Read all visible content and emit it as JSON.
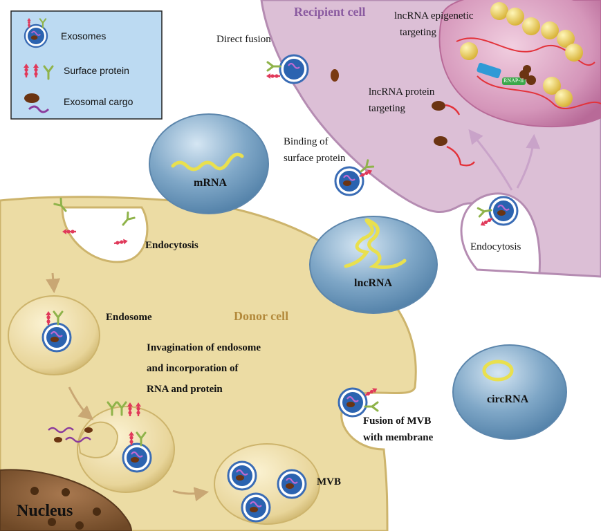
{
  "legend": {
    "exosomes": "Exosomes",
    "surface_protein": "Surface protein",
    "exosomal_cargo": "Exosomal cargo"
  },
  "cells": {
    "recipient": "Recipient cell",
    "donor": "Donor cell",
    "nucleus": "Nucleus"
  },
  "rna_types": {
    "mrna": "mRNA",
    "lncrna": "lncRNA",
    "circrna": "circRNA"
  },
  "labels": {
    "direct_fusion": "Direct fusion",
    "epigenetic_line1": "lncRNA epigenetic",
    "epigenetic_line2": "targeting",
    "protein_targeting_line1": "lncRNA protein",
    "protein_targeting_line2": "targeting",
    "binding_line1": "Binding of",
    "binding_line2": "surface protein",
    "endocytosis_recipient": "Endocytosis",
    "endocytosis_donor": "Endocytosis",
    "endosome": "Endosome",
    "invagination_line1": "Invagination of endosome",
    "invagination_line2": "and incorporation of",
    "invagination_line3": "RNA and protein",
    "fusion_mvb_line1": "Fusion of MVB",
    "fusion_mvb_line2": "with membrane",
    "mvb": "MVB",
    "rnap": "RNAP-II"
  },
  "colors": {
    "recipient_cell": "#dcbfd6",
    "recipient_nucleus": "#cf8fb3",
    "donor_cell": "#ecdca4",
    "rna_blob": "#7ca4c4",
    "legend_bg": "#bcdaf2",
    "exosome_core": "#2b63b0",
    "cargo_brown": "#6b3412",
    "cargo_purple": "#8a3a9c"
  }
}
